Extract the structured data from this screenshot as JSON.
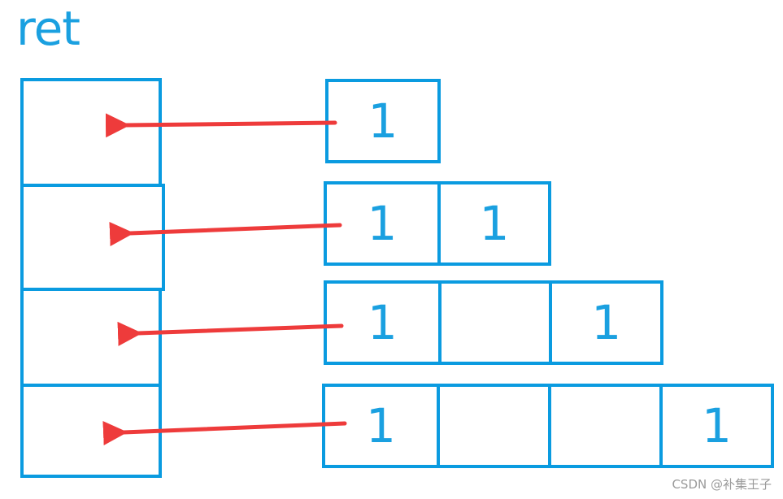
{
  "title": "ret",
  "ret_slots": 4,
  "rows": [
    {
      "cells": [
        "1"
      ]
    },
    {
      "cells": [
        "1",
        "1"
      ]
    },
    {
      "cells": [
        "1",
        "",
        "1"
      ]
    },
    {
      "cells": [
        "1",
        "",
        "",
        "1"
      ]
    }
  ],
  "colors": {
    "box": "#0a9be0",
    "text": "#1aa0e0",
    "arrow": "#ee3b3b"
  },
  "watermark": "CSDN @补集王子"
}
